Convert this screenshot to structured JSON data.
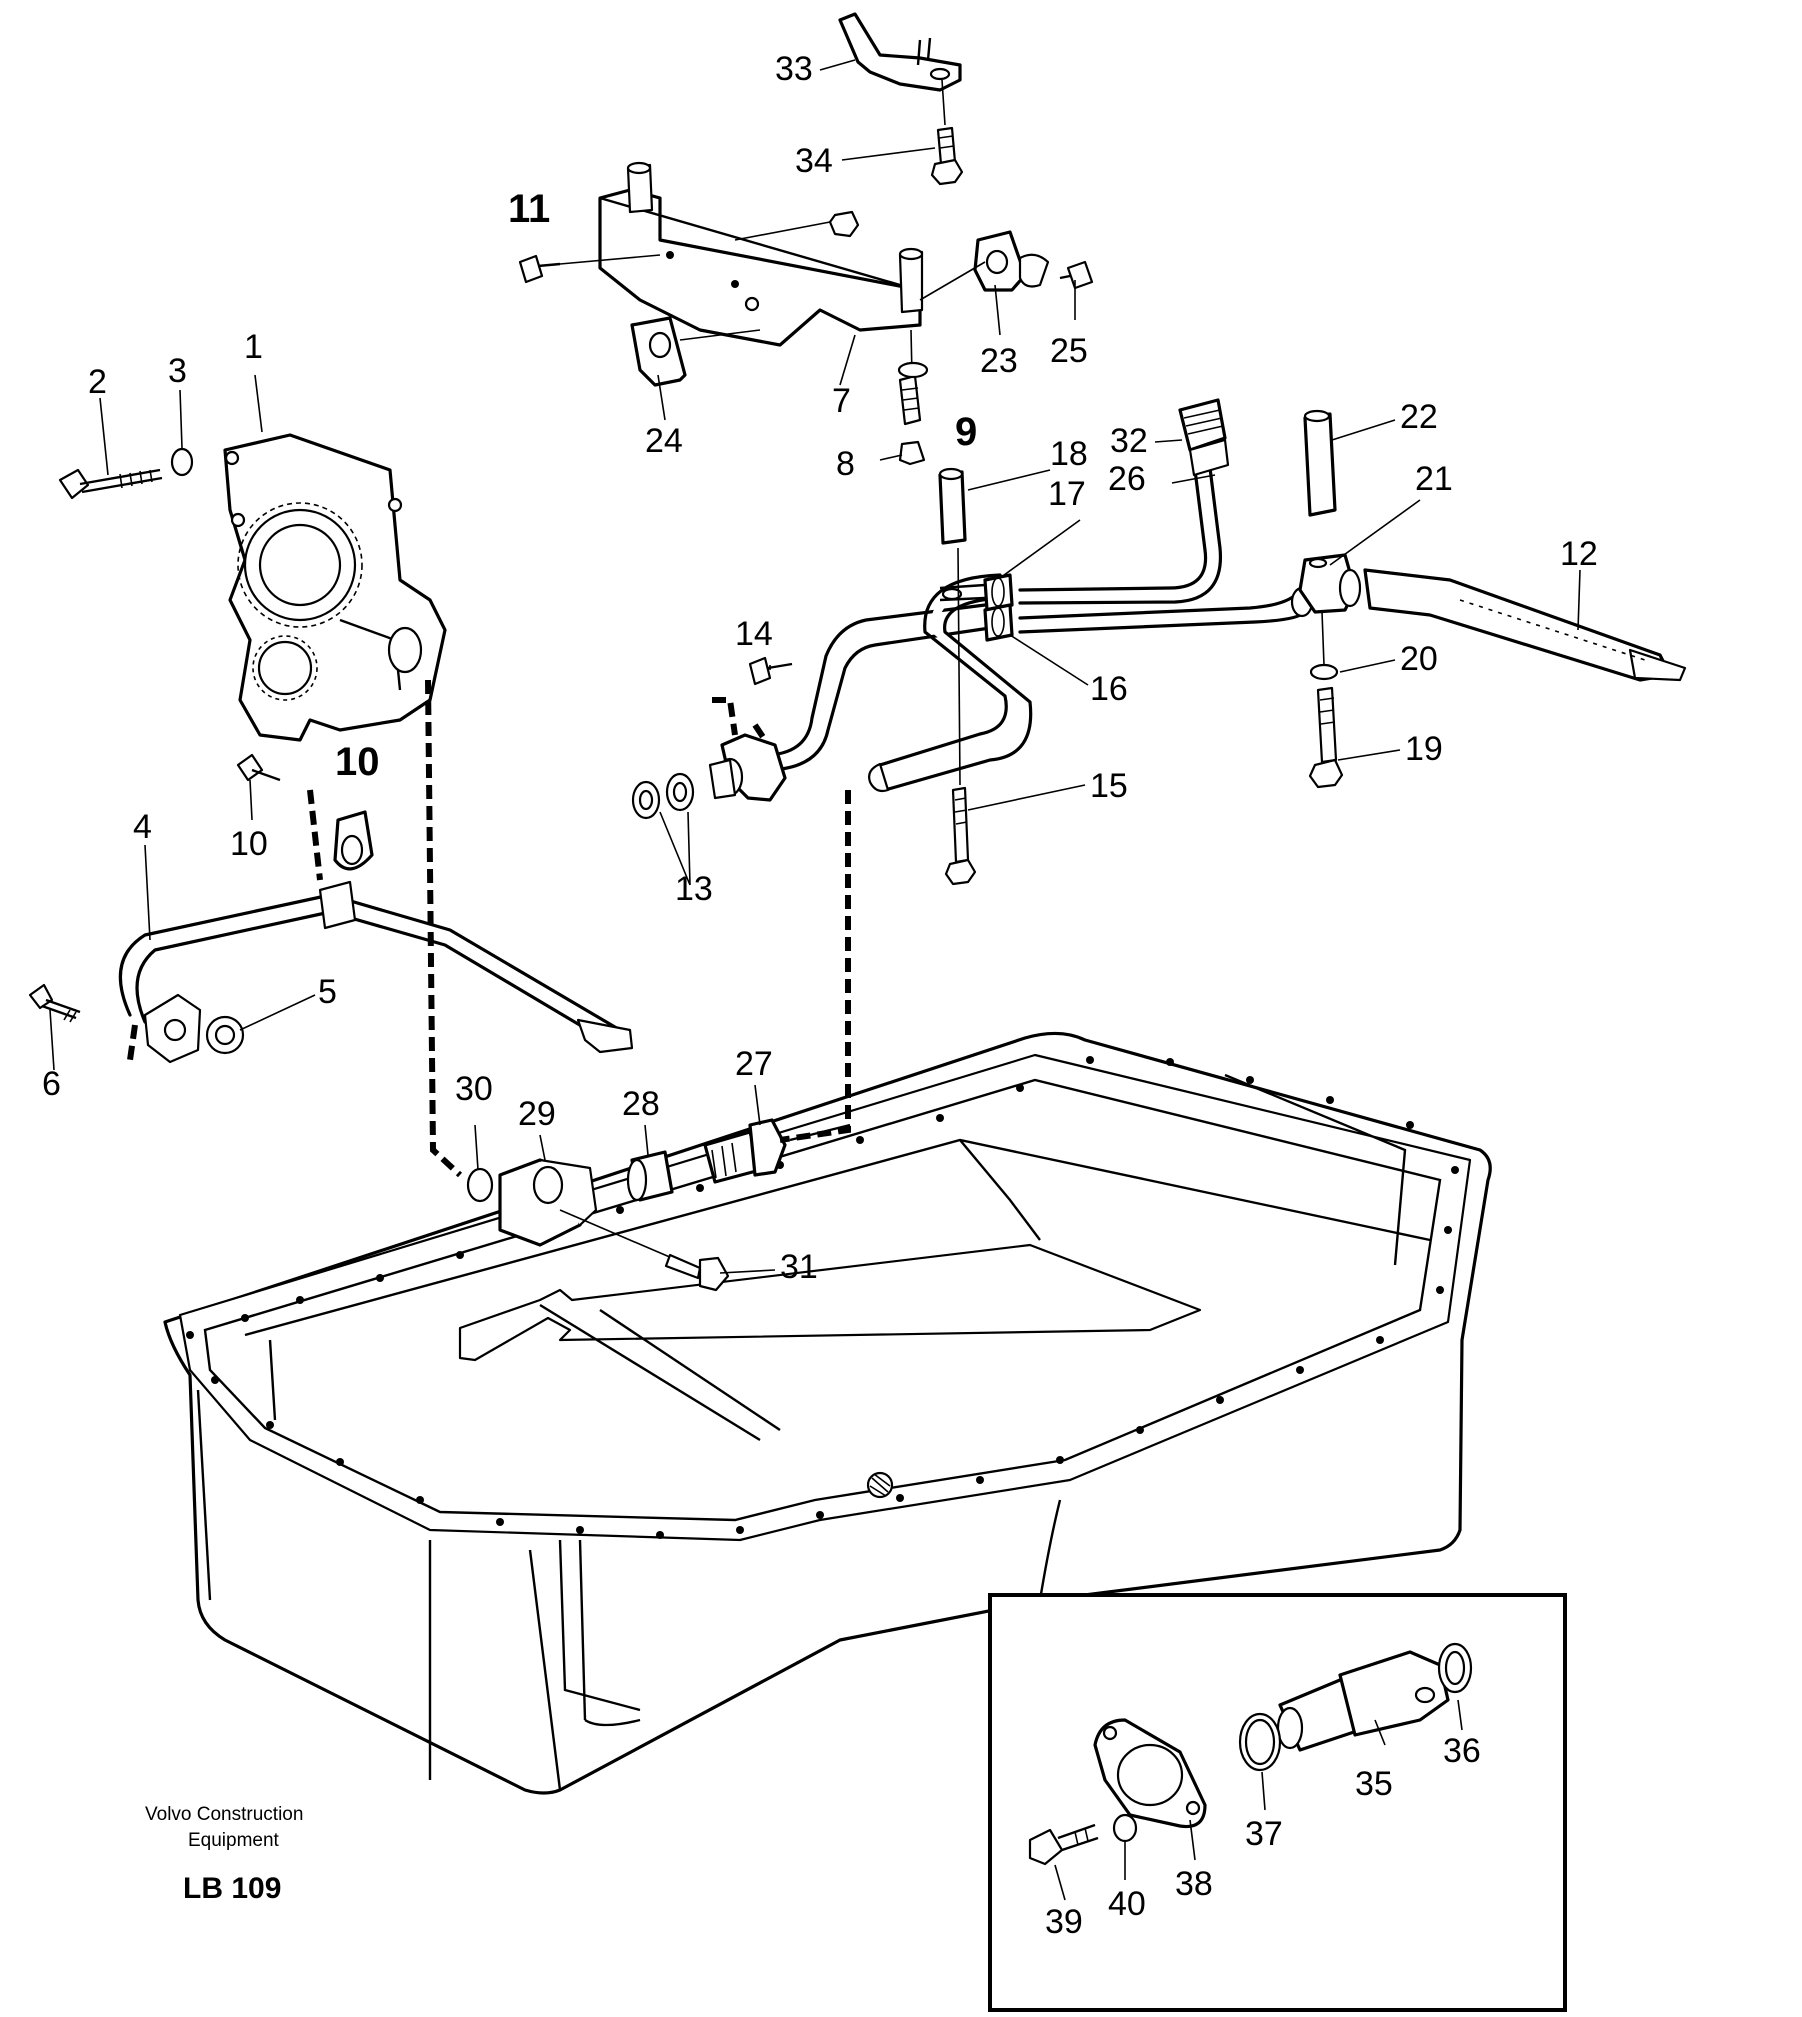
{
  "diagram": {
    "brand_line1": "Volvo Construction",
    "brand_line2": "Equipment",
    "code": "LB 109",
    "labels": {
      "p1": "1",
      "p2": "2",
      "p3": "3",
      "p4": "4",
      "p5": "5",
      "p6": "6",
      "p7": "7",
      "p8": "8",
      "p9": "9",
      "p10a": "10",
      "p10b": "10",
      "p11": "11",
      "p12": "12",
      "p13": "13",
      "p14": "14",
      "p15": "15",
      "p16": "16",
      "p17": "17",
      "p18": "18",
      "p19": "19",
      "p20": "20",
      "p21": "21",
      "p22": "22",
      "p23": "23",
      "p24": "24",
      "p25": "25",
      "p26": "26",
      "p27": "27",
      "p28": "28",
      "p29": "29",
      "p30": "30",
      "p31": "31",
      "p32": "32",
      "p33": "33",
      "p34": "34",
      "p35": "35",
      "p36": "36",
      "p37": "37",
      "p38": "38",
      "p39": "39",
      "p40": "40"
    }
  }
}
